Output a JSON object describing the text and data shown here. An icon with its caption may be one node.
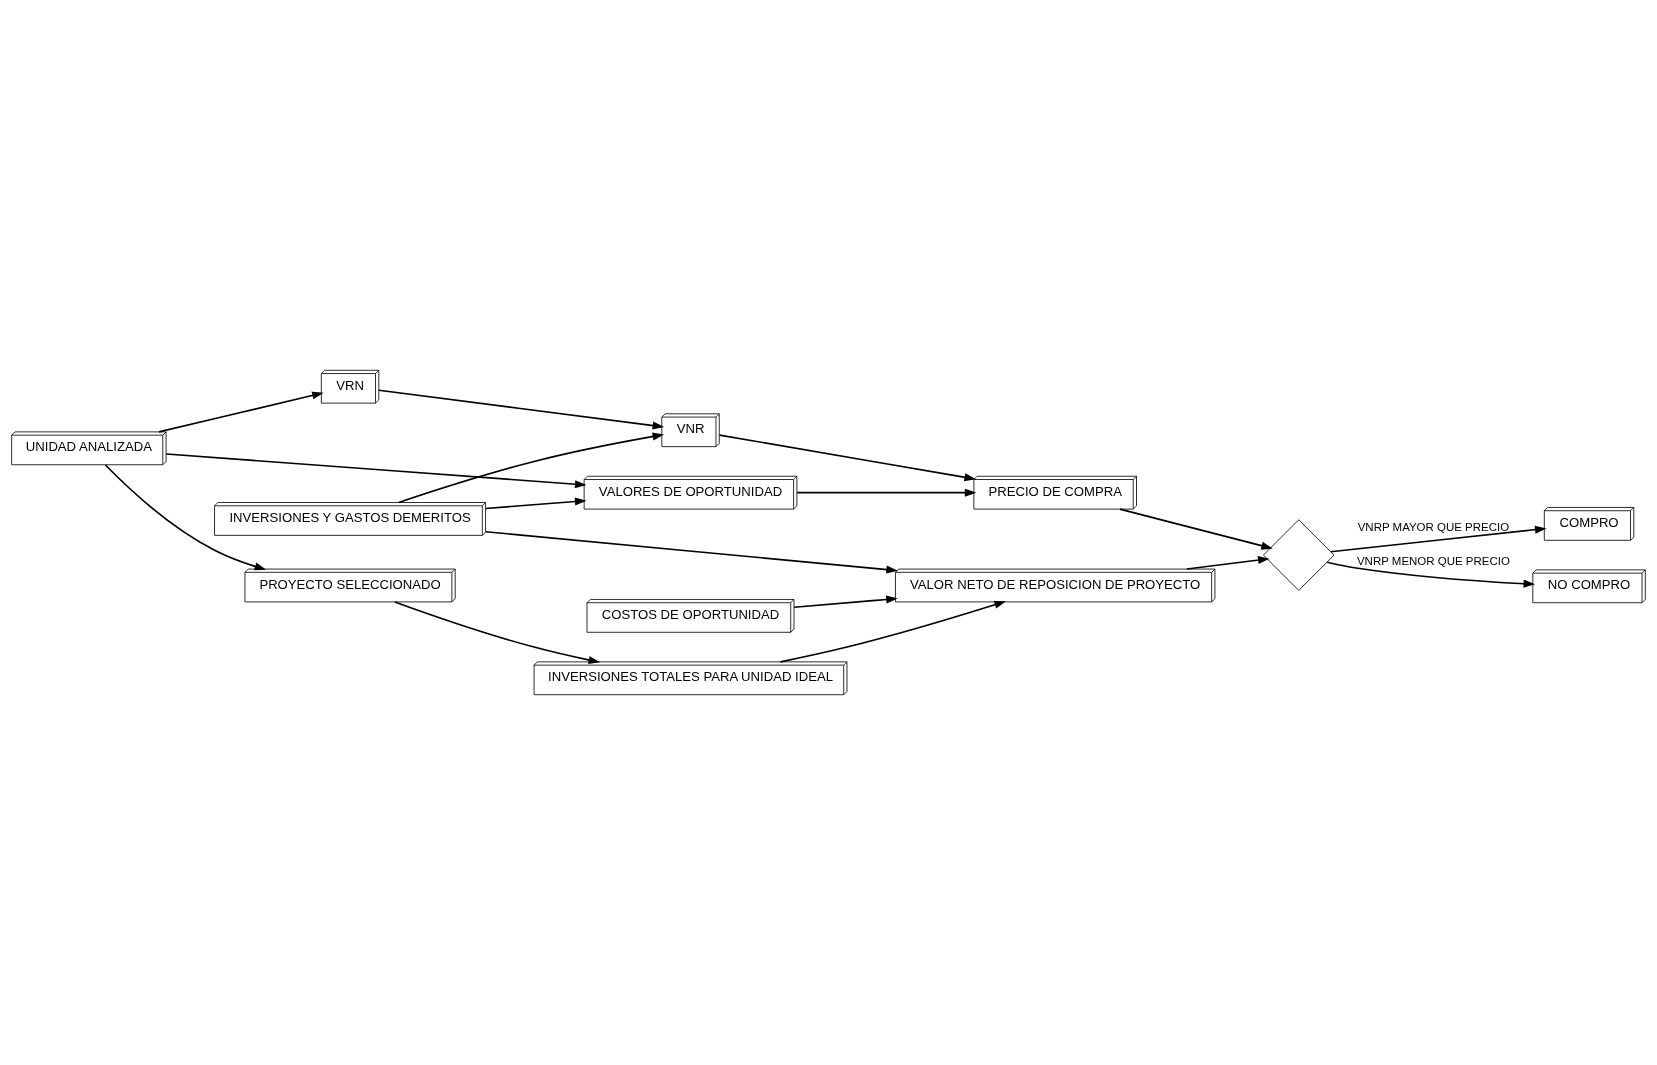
{
  "diagram": {
    "nodes": [
      {
        "text": [
          "UNIDAD ANALIZADA"
        ]
      },
      {
        "text": [
          "VRN"
        ]
      },
      {
        "text": [
          "VNR"
        ]
      },
      {
        "text": [
          "INVERSIONES Y GASTOS DEMERITOS"
        ]
      },
      {
        "text": [
          "PRECIO DE COMPRA"
        ]
      },
      {
        "text": [
          "VALORES DE OPORTUNIDAD"
        ]
      },
      {
        "text": [
          "PROYECTO SELECCIONADO"
        ]
      },
      {
        "text": [],
        "shape": "diamond"
      },
      {
        "text": [
          "INVERSIONES TOTALES PARA UNIDAD IDEAL"
        ]
      },
      {
        "text": [
          "VALOR NETO DE REPOSICION DE PROYECTO"
        ]
      },
      {
        "text": [
          "COMPRO"
        ]
      },
      {
        "text": [
          "NO COMPRO"
        ]
      },
      {
        "text": [
          "COSTOS DE OPORTUNIDAD"
        ]
      }
    ],
    "edges": [
      {
        "from": 0,
        "to": 1,
        "arrow": "to"
      },
      {
        "from": 0,
        "to": 5,
        "arrow": "to"
      },
      {
        "from": 1,
        "to": 2,
        "arrow": "to"
      },
      {
        "from": 3,
        "to": 2,
        "arrow": "to"
      },
      {
        "from": 3,
        "to": 5,
        "arrow": "to"
      },
      {
        "from": 3,
        "to": 9,
        "arrow": "to"
      },
      {
        "from": 2,
        "to": 4,
        "arrow": "to"
      },
      {
        "from": 5,
        "to": 4,
        "arrow": "to"
      },
      {
        "from": 4,
        "to": 7,
        "arrow": "to"
      },
      {
        "from": 9,
        "to": 7,
        "arrow": "to"
      },
      {
        "from": 7,
        "to": 10,
        "arrow": "to",
        "label": "VNRP MAYOR QUE PRECIO"
      },
      {
        "from": 7,
        "to": 11,
        "arrow": "to",
        "label": "VNRP MENOR QUE PRECIO"
      },
      {
        "from": 0,
        "to": 6,
        "arrow": "to"
      },
      {
        "from": 6,
        "to": 8,
        "arrow": "to"
      },
      {
        "from": 8,
        "to": 9,
        "arrow": "to"
      },
      {
        "from": 12,
        "to": 9,
        "arrow": "to"
      }
    ]
  }
}
